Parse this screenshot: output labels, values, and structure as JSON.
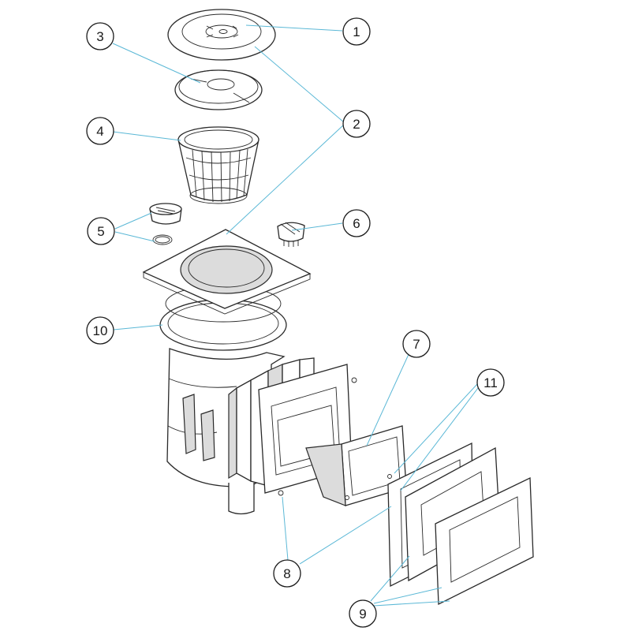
{
  "callouts": [
    {
      "id": "1",
      "label": "1"
    },
    {
      "id": "2",
      "label": "2"
    },
    {
      "id": "3",
      "label": "3"
    },
    {
      "id": "4",
      "label": "4"
    },
    {
      "id": "5",
      "label": "5"
    },
    {
      "id": "6",
      "label": "6"
    },
    {
      "id": "7",
      "label": "7"
    },
    {
      "id": "8",
      "label": "8"
    },
    {
      "id": "9",
      "label": "9"
    },
    {
      "id": "10",
      "label": "10"
    },
    {
      "id": "11",
      "label": "11"
    }
  ],
  "colors": {
    "leader": "#5bb8d6",
    "outline": "#2a2a2a",
    "fill": "#ffffff",
    "shade": "#dcdcdc"
  }
}
